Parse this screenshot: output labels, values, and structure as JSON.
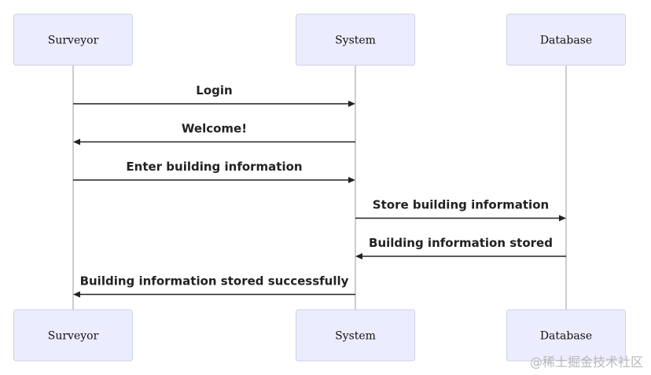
{
  "diagram": {
    "type": "sequence",
    "participants": [
      "Surveyor",
      "System",
      "Database"
    ],
    "messages": [
      {
        "from": "Surveyor",
        "to": "System",
        "label": "Login"
      },
      {
        "from": "System",
        "to": "Surveyor",
        "label": "Welcome!"
      },
      {
        "from": "Surveyor",
        "to": "System",
        "label": "Enter building information"
      },
      {
        "from": "System",
        "to": "Database",
        "label": "Store building information"
      },
      {
        "from": "Database",
        "to": "System",
        "label": "Building information stored"
      },
      {
        "from": "System",
        "to": "Surveyor",
        "label": "Building information stored successfully"
      }
    ],
    "colors": {
      "actor_fill": "#ececff",
      "actor_border": "#cfd1ea",
      "lifeline": "#9a9a9a",
      "message": "#222222"
    }
  },
  "watermark": "@稀土掘金技术社区"
}
